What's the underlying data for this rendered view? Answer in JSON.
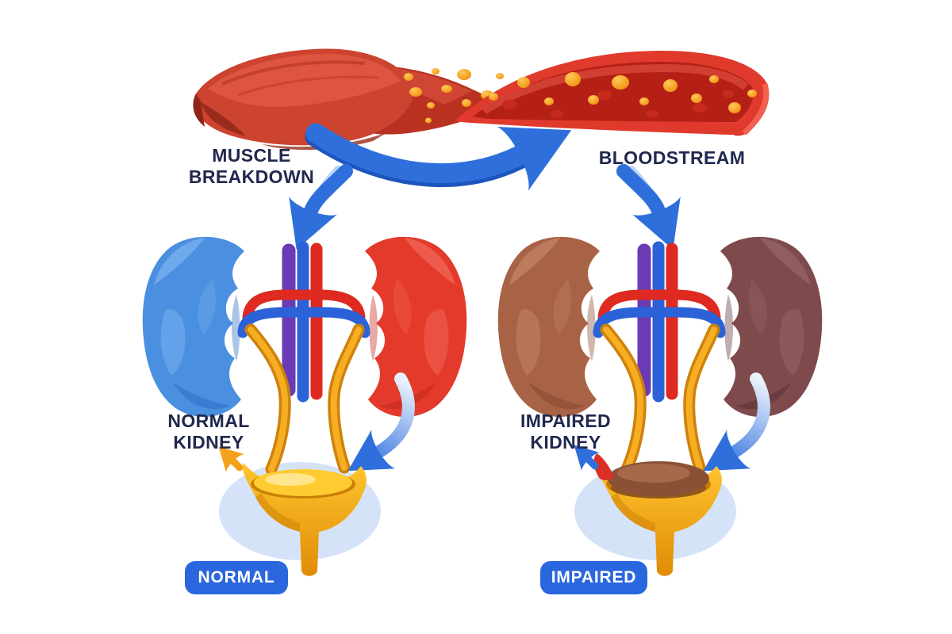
{
  "labels": {
    "muscle_line1": "MUSCLE",
    "muscle_line2": "BREAKDOWN",
    "bloodstream": "BLOODSTREAM",
    "normal_kidney_line1": "NORMAL",
    "normal_kidney_line2": "KIDNEY",
    "impaired_kidney_line1": "IMPAIRED",
    "impaired_kidney_line2": "KIDNEY"
  },
  "badges": {
    "normal": {
      "label": "NORMAL"
    },
    "impaired": {
      "label": "IMPAIRED"
    }
  },
  "colors": {
    "label_text": "#20284E",
    "badge_blue": "#2A66DE",
    "arrow_blue": "#2F6FDC",
    "arrow_blue_dark": "#1D55BE",
    "arrow_blue_light": "#BBD5F7",
    "muscle_red": "#CC4330",
    "muscle_top": "#DD5440",
    "muscle_dark": "#9A2A1B",
    "vessel_red": "#E03A2C",
    "vessel_lumen": "#B52016",
    "particle_orange": "#F6980F",
    "kidney_blue": "#4A8FE0",
    "kidney_red": "#E33A2B",
    "kidney_brown": "#A86246",
    "kidney_maroon": "#7E4A4C",
    "artery_red": "#DE2A20",
    "vein_blue": "#2B62D8",
    "renal_purple": "#6A3BB5",
    "ureter_gold": "#F2A21D",
    "bladder_gold": "#EFA112",
    "urine_normal": "#FFCB31",
    "urine_impaired": "#8A5136",
    "spike_red": "#DC2F23",
    "shadow_blue": "#D5E3F9"
  },
  "parts": [
    "muscle-illustration",
    "myoglobin-particles",
    "blood-vessel-illustration",
    "normal-kidneys-illustration",
    "impaired-kidneys-illustration",
    "normal-bladder-illustration",
    "impaired-bladder-illustration"
  ]
}
